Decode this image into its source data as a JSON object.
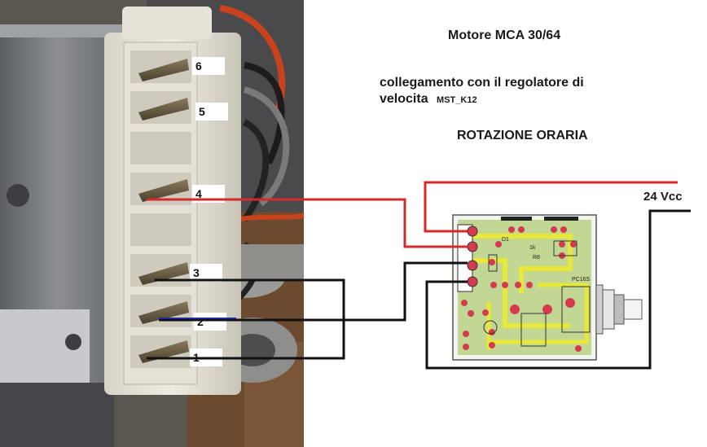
{
  "title": "Motore MCA 30/64",
  "description_line1": "collegamento con il regolatore di",
  "description_line2": "velocita",
  "board_model": "MST_K12",
  "rotation": "ROTAZIONE ORARIA",
  "supply": "24 Vcc",
  "pins": [
    "6",
    "5",
    "4",
    "3",
    "2",
    "1"
  ],
  "board_text": {
    "d1": "D1",
    "r1": "1k",
    "r8": "R8",
    "pc": "PC16S"
  },
  "colors": {
    "red_wire": "#d42a2a",
    "black_wire": "#111111",
    "blue_wire": "#1c2a9a",
    "pcb_green": "#9bbf4a",
    "pcb_yellow": "#e8e83a",
    "pad_red": "#d43c4e"
  }
}
